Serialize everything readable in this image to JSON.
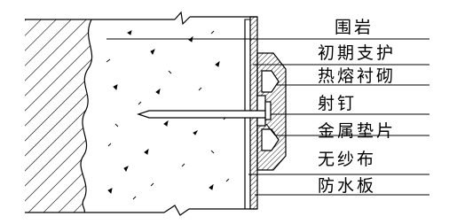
{
  "labels": {
    "surrounding_rock": "围岩",
    "initial_support": "初期支护",
    "hot_melt_liner": "热熔衬砌",
    "shooting_nail": "射钉",
    "metal_gasket": "金属垫片",
    "nonwoven_fabric": "无纱布",
    "waterproof_board": "防水板"
  },
  "colors": {
    "stroke": "#000000",
    "background": "#ffffff"
  }
}
